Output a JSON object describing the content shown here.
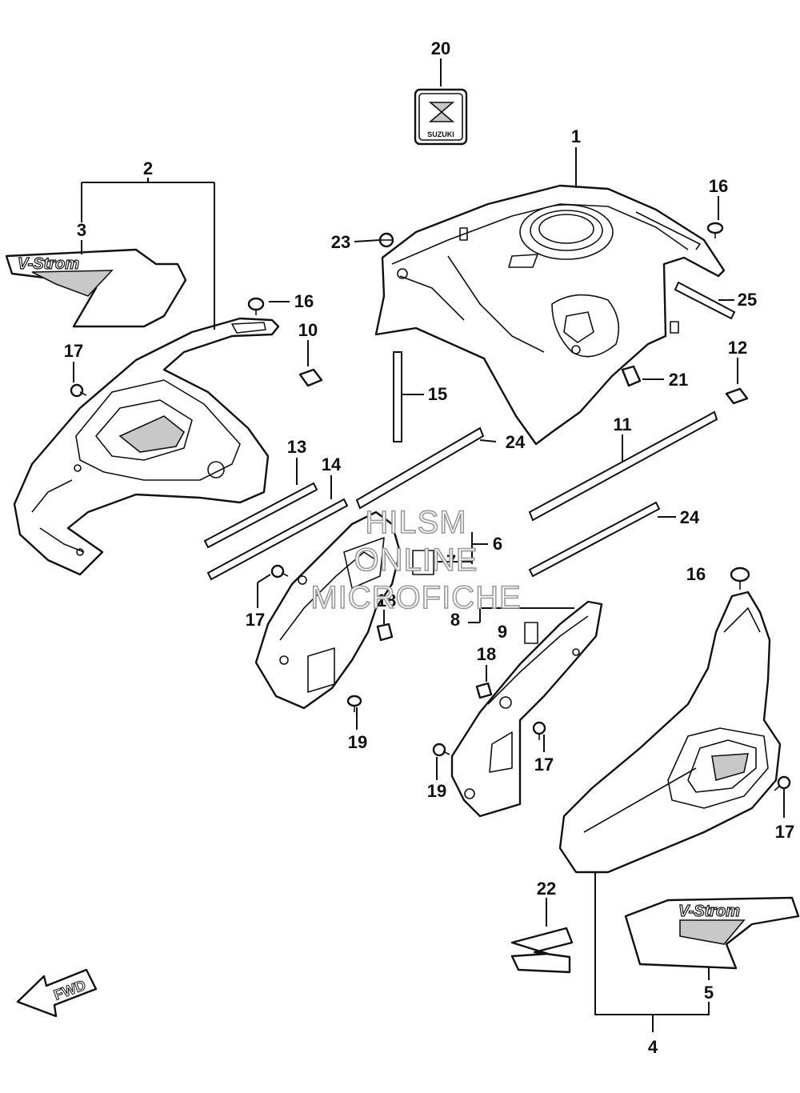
{
  "callouts": {
    "c1": "1",
    "c2": "2",
    "c3": "3",
    "c4": "4",
    "c5": "5",
    "c6": "6",
    "c7": "7",
    "c8": "8",
    "c9": "9",
    "c10": "10",
    "c11": "11",
    "c12": "12",
    "c13": "13",
    "c14": "14",
    "c15": "15",
    "c16": "16",
    "c17": "17",
    "c18": "18",
    "c19": "19",
    "c20": "20",
    "c21": "21",
    "c22": "22",
    "c23": "23",
    "c24": "24",
    "c25": "25"
  },
  "watermark": {
    "line1": "HILSM",
    "line2": "ONLINE",
    "line3": "MICROFICHE"
  },
  "emblem_text": "SUZUKI",
  "decal_text": "V-Strom",
  "direction_arrow": "FWD",
  "icons": [
    "suzuki-emblem-icon",
    "forward-arrow-icon"
  ]
}
